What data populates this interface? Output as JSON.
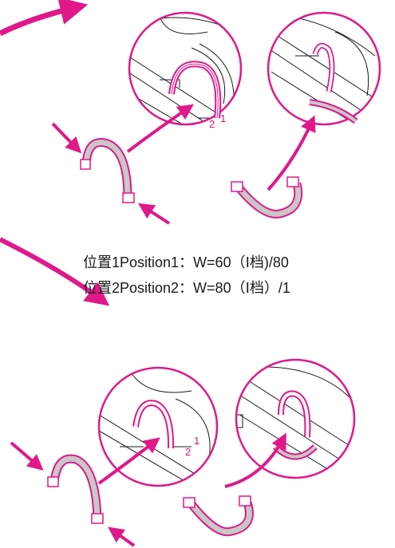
{
  "colors": {
    "accent": "#e0188a",
    "clip_fill": "#c8c8c8",
    "line": "#1a1a1a"
  },
  "captions": {
    "line1_prefix": "位置",
    "line1_rest": "1Position1：W=60（Ⅰ档)/80",
    "line2_prefix": "位置",
    "line2_rest": "2Position2：W=80（Ⅰ档）/1"
  },
  "labels": {
    "top_pos_1": "1",
    "top_pos_2": "2",
    "bottom_pos_1": "1",
    "bottom_pos_2": "2"
  },
  "icons": [
    "pink-arrow-icon",
    "clamp-clip-icon",
    "magnifier-circle-icon"
  ]
}
